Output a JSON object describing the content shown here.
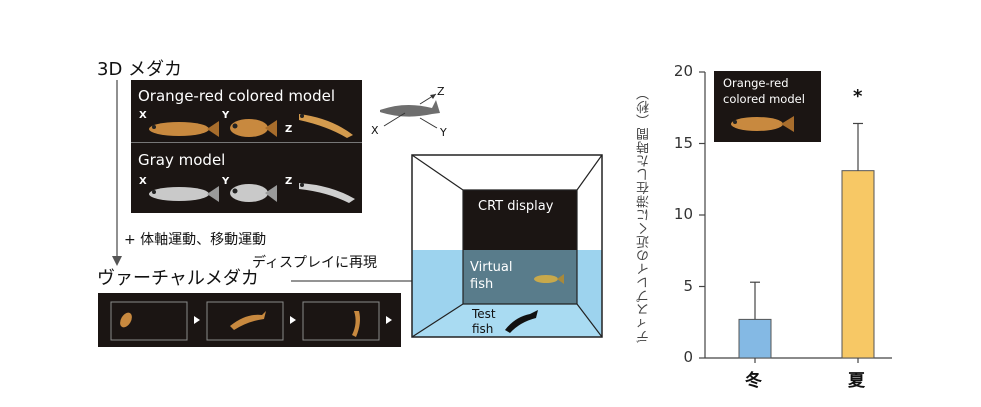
{
  "diagram": {
    "title_3d": "3D メダカ",
    "orange_model_label": "Orange-red colored model",
    "gray_model_label": "Gray model",
    "axis_x": "X",
    "axis_y": "Y",
    "axis_z": "Z",
    "motion_label": "+ 体軸運動、移動運動",
    "virtual_title": "ヴァーチャルメダカ",
    "display_label": "ディスプレイに再現",
    "crt_label": "CRT display",
    "virtual_fish_label": "Virtual fish",
    "test_fish_label": "Test fish",
    "colors": {
      "panel": "#1b1513",
      "water": "#9dd3ee",
      "orange_fish": "#c8893f",
      "gray_fish": "#b9b9b9"
    }
  },
  "chart_data": {
    "type": "bar",
    "categories": [
      "冬",
      "夏"
    ],
    "values": [
      2.7,
      13.1
    ],
    "errors": [
      2.6,
      3.3
    ],
    "bar_colors": [
      "#84b9e4",
      "#f7c865"
    ],
    "ylabel": "ディスプレイの近くに滞在した時間（秒）",
    "ylim": [
      0,
      20
    ],
    "yticks": [
      0,
      5,
      10,
      15,
      20
    ],
    "significance": "*",
    "inset_label": "Orange-red colored model"
  }
}
